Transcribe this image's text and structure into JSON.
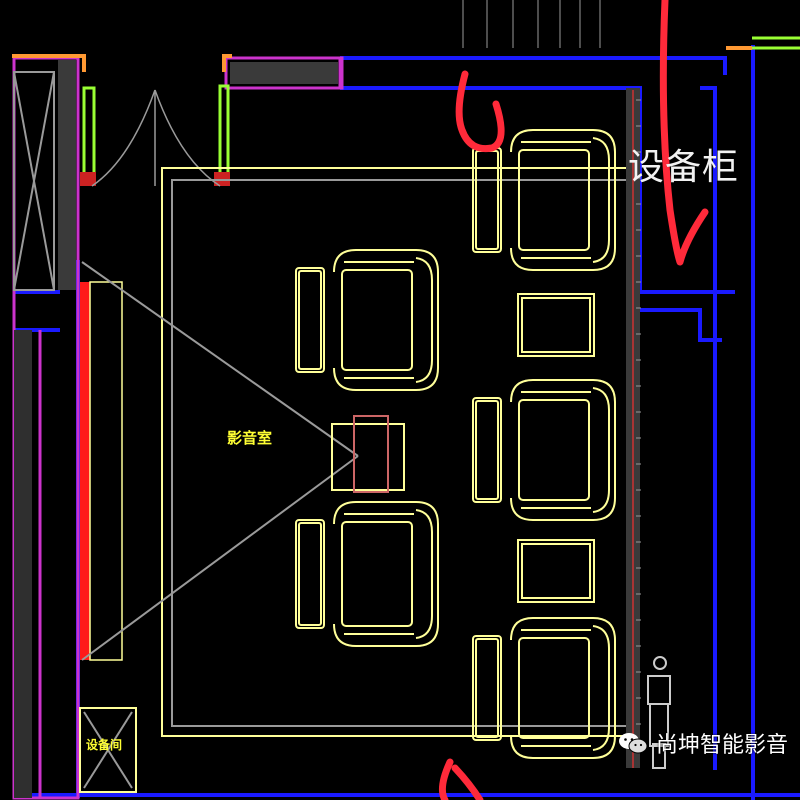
{
  "labels": {
    "cabinet": "设备柜",
    "room": "影音室",
    "small_room": "设备间"
  },
  "watermark": {
    "text": "尚坤智能影音",
    "icon": "wechat-icon"
  },
  "colors": {
    "background": "#000000",
    "wall_blue": "#1a1aff",
    "furniture": "#ffff99",
    "annotation_red": "#ff2a3a",
    "wall_magenta": "#cc33cc",
    "door_green": "#99ff33",
    "projection_gray": "#9a9a9a",
    "screen_red": "#ff1a1a"
  }
}
